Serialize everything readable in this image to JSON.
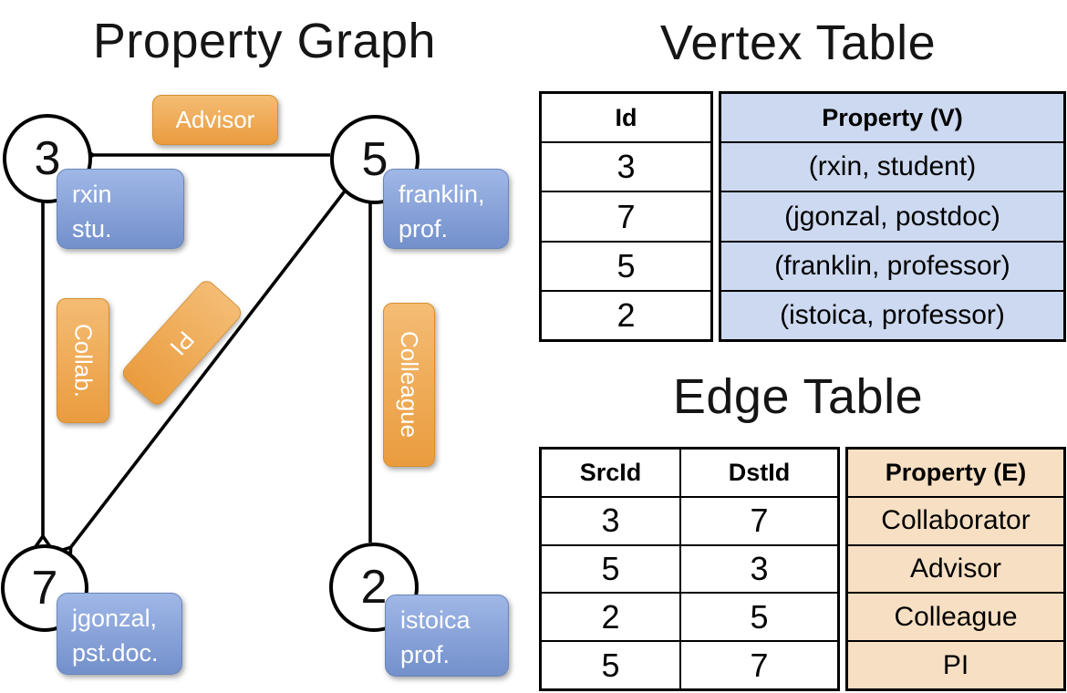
{
  "colors": {
    "orange_top": "#F4BC74",
    "orange_bottom": "#EA9C3E",
    "blue_top": "#A0B7E7",
    "blue_bottom": "#7390CB",
    "vertex_column_fill": "#CCD9F0",
    "edge_column_fill": "#F7DFC3",
    "line": "#000000",
    "label_text": "#FFFFFF"
  },
  "graph": {
    "title": "Property Graph",
    "nodes": [
      {
        "id": "3",
        "line1": "rxin",
        "line2": "stu."
      },
      {
        "id": "5",
        "line1": "franklin,",
        "line2": "prof."
      },
      {
        "id": "7",
        "line1": "jgonzal,",
        "line2": "pst.doc."
      },
      {
        "id": "2",
        "line1": "istoica",
        "line2": "prof."
      }
    ],
    "edge_labels": {
      "advisor": "Advisor",
      "collab": "Collab.",
      "pi": "PI",
      "colleague": "Colleague"
    }
  },
  "vertex_table": {
    "title": "Vertex Table",
    "headers": {
      "id": "Id",
      "property": "Property (V)"
    },
    "rows": [
      {
        "id": "3",
        "property": "(rxin, student)"
      },
      {
        "id": "7",
        "property": "(jgonzal, postdoc)"
      },
      {
        "id": "5",
        "property": "(franklin, professor)"
      },
      {
        "id": "2",
        "property": "(istoica, professor)"
      }
    ]
  },
  "edge_table": {
    "title": "Edge Table",
    "headers": {
      "src": "SrcId",
      "dst": "DstId",
      "property": "Property (E)"
    },
    "rows": [
      {
        "src": "3",
        "dst": "7",
        "property": "Collaborator"
      },
      {
        "src": "5",
        "dst": "3",
        "property": "Advisor"
      },
      {
        "src": "2",
        "dst": "5",
        "property": "Colleague"
      },
      {
        "src": "5",
        "dst": "7",
        "property": "PI"
      }
    ]
  }
}
